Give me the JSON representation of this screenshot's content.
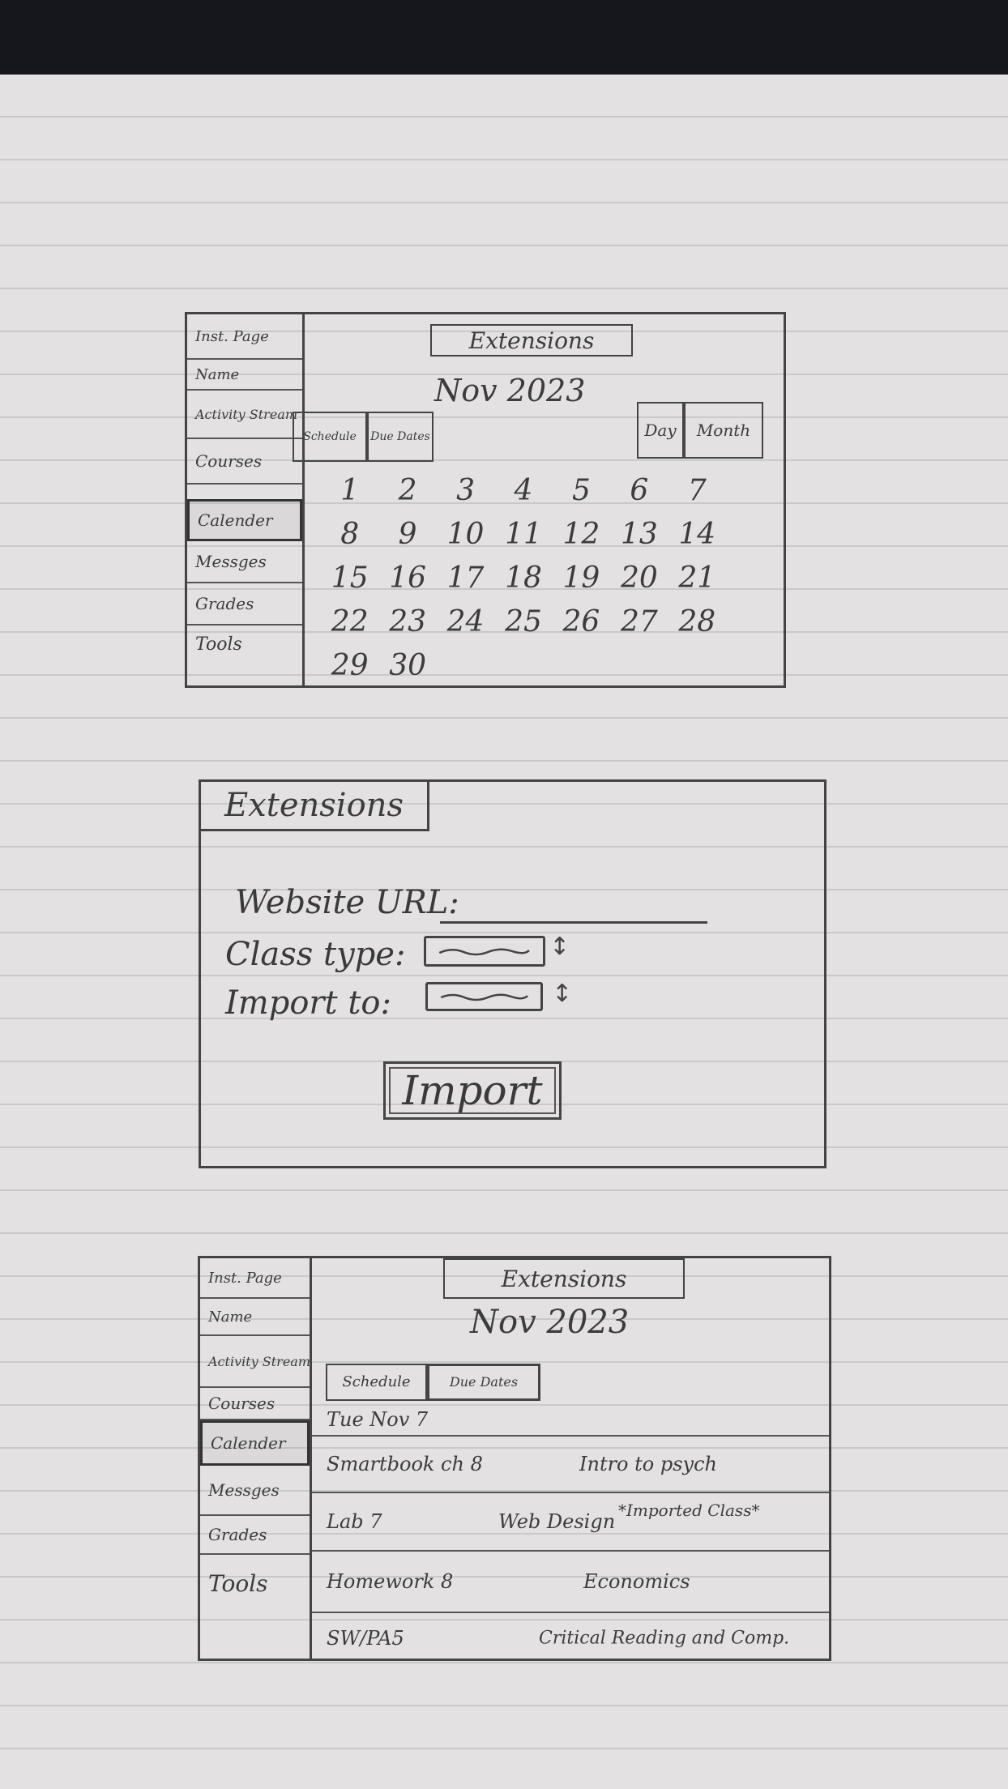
{
  "sidebar_nav": [
    "Inst. Page",
    "Name",
    "Activity Stream",
    "Courses",
    "Calender",
    "Messges",
    "Grades",
    "Tools"
  ],
  "screen1": {
    "tab_label": "Extensions",
    "month": "Nov 2023",
    "view_buttons": [
      "Schedule",
      "Due Dates"
    ],
    "period_buttons": [
      "Day",
      "Month"
    ],
    "days": [
      "1",
      "2",
      "3",
      "4",
      "5",
      "6",
      "7",
      "8",
      "9",
      "10",
      "11",
      "12",
      "13",
      "14",
      "15",
      "16",
      "17",
      "18",
      "19",
      "20",
      "21",
      "22",
      "23",
      "24",
      "25",
      "26",
      "27",
      "28",
      "29",
      "30"
    ]
  },
  "screen2": {
    "tab_label": "Extensions",
    "website_url_label": "Website URL:",
    "class_type_label": "Class type:",
    "import_to_label": "Import to:",
    "import_button": "Import"
  },
  "screen3": {
    "tab_label": "Extensions",
    "month": "Nov 2023",
    "view_buttons": [
      "Schedule",
      "Due Dates"
    ],
    "date_header": "Tue Nov 7",
    "rows": [
      {
        "task": "Smartbook ch 8",
        "course": "Intro to psych"
      },
      {
        "task": "Lab 7",
        "course": "Web Design",
        "tag": "*Imported Class*"
      },
      {
        "task": "Homework 8",
        "course": "Economics"
      },
      {
        "task": "SW/PA5",
        "course": "Critical Reading and Comp."
      }
    ]
  }
}
